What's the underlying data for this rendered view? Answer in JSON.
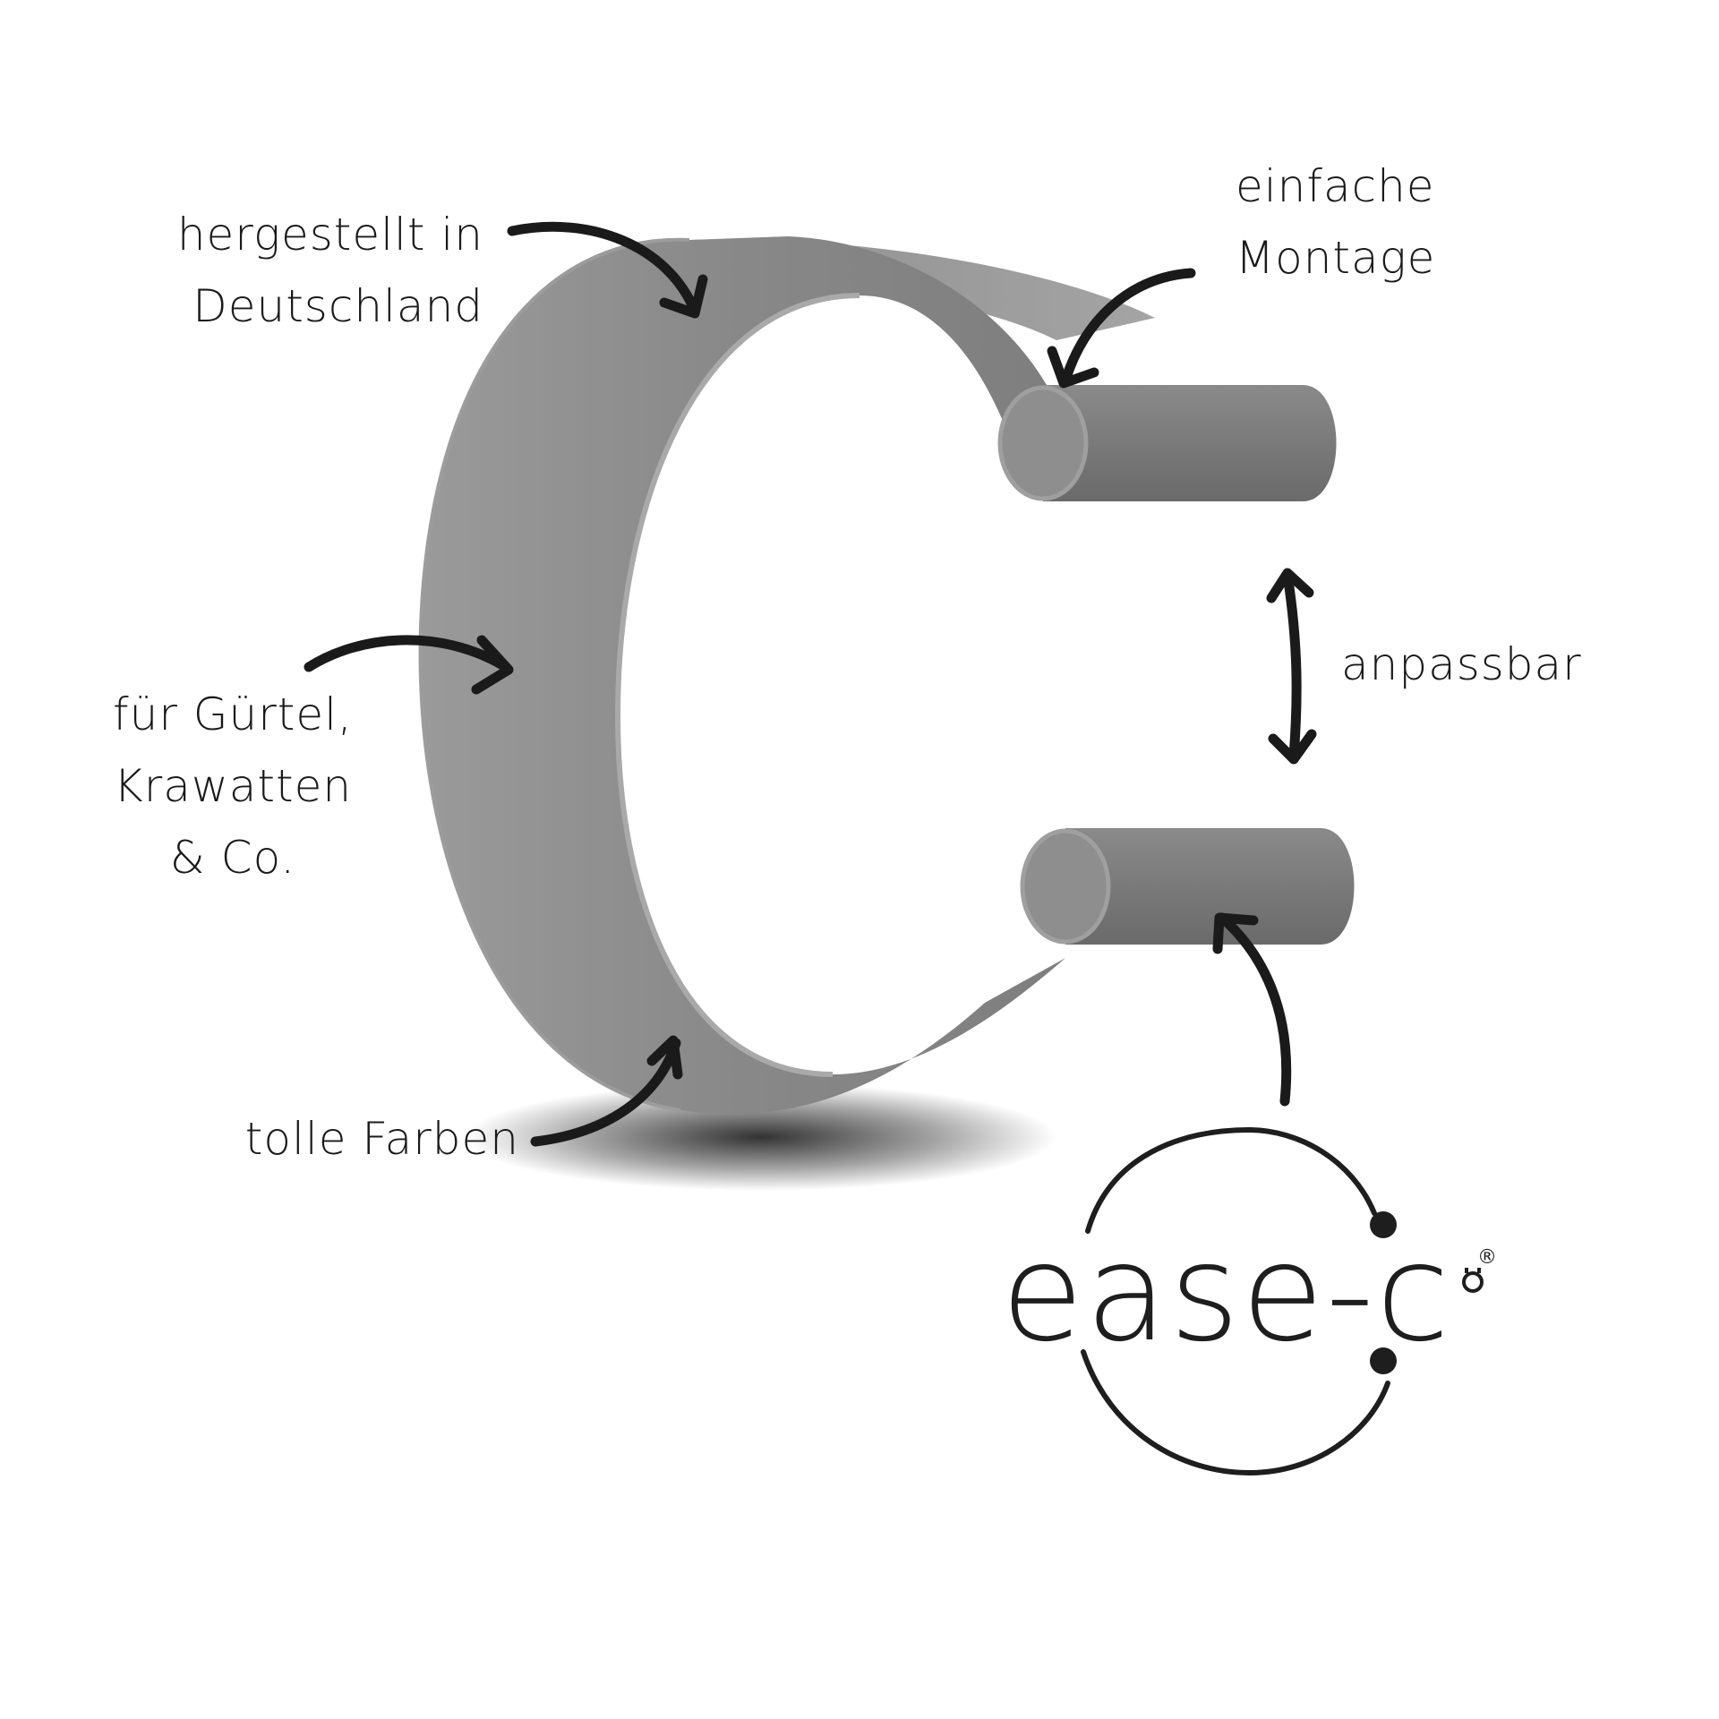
{
  "colors": {
    "product": "#8c8c8c",
    "product_dark": "#6e6e6e",
    "product_light": "#a6a6a6",
    "ink": "#1a1a1a",
    "background": "#ffffff"
  },
  "labels": {
    "made_in": {
      "line1": "hergestellt in",
      "line2": "Deutschland"
    },
    "mounting": {
      "line1": "einfache",
      "line2": "Montage"
    },
    "adjustable": "anpassbar",
    "uses": {
      "line1": "für Gürtel,",
      "line2": "Krawatten",
      "line3": "& Co."
    },
    "colors": "tolle Farben"
  },
  "logo": {
    "wordmark": "ease-c",
    "registered_mark": "®"
  },
  "icons": [
    "curved-arrow-icon",
    "double-arrow-icon",
    "plug-icon"
  ]
}
